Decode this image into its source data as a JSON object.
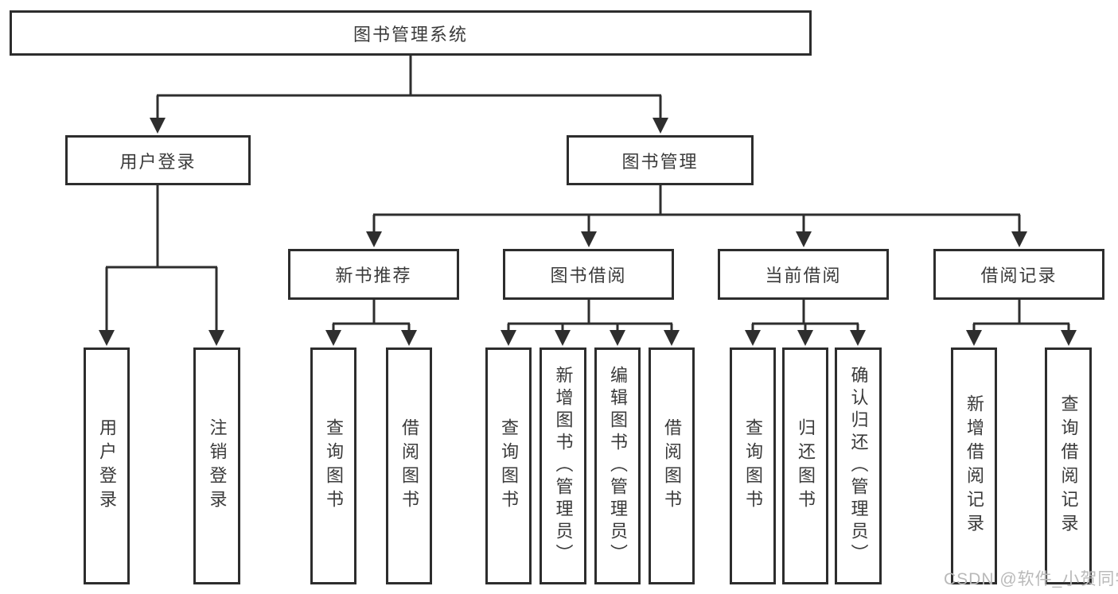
{
  "diagram": {
    "root": {
      "label": "图书管理系统"
    },
    "level2": [
      {
        "id": "user-login",
        "label": "用户登录"
      },
      {
        "id": "book-management",
        "label": "图书管理"
      }
    ],
    "level3": [
      {
        "id": "new-book-recommend",
        "label": "新书推荐"
      },
      {
        "id": "book-borrow",
        "label": "图书借阅"
      },
      {
        "id": "current-borrow",
        "label": "当前借阅"
      },
      {
        "id": "borrow-records",
        "label": "借阅记录"
      }
    ],
    "leaves": [
      {
        "parent": "user-login",
        "label": "用户登录"
      },
      {
        "parent": "user-login",
        "label": "注销登录"
      },
      {
        "parent": "new-book-recommend",
        "label": "查询图书"
      },
      {
        "parent": "new-book-recommend",
        "label": "借阅图书"
      },
      {
        "parent": "book-borrow",
        "label": "查询图书"
      },
      {
        "parent": "book-borrow",
        "label": "新增图书（管理员）"
      },
      {
        "parent": "book-borrow",
        "label": "编辑图书（管理员）"
      },
      {
        "parent": "book-borrow",
        "label": "借阅图书"
      },
      {
        "parent": "current-borrow",
        "label": "查询图书"
      },
      {
        "parent": "current-borrow",
        "label": "归还图书"
      },
      {
        "parent": "current-borrow",
        "label": "确认归还（管理员）"
      },
      {
        "parent": "borrow-records",
        "label": "新增借阅记录"
      },
      {
        "parent": "borrow-records",
        "label": "查询借阅记录"
      }
    ],
    "watermark": "CSDN @软件_小贺同学",
    "colors": {
      "line": "#2e2e2e",
      "text": "#3a3a3a",
      "background": "#ffffff",
      "watermark": "#b9b9b9"
    }
  }
}
